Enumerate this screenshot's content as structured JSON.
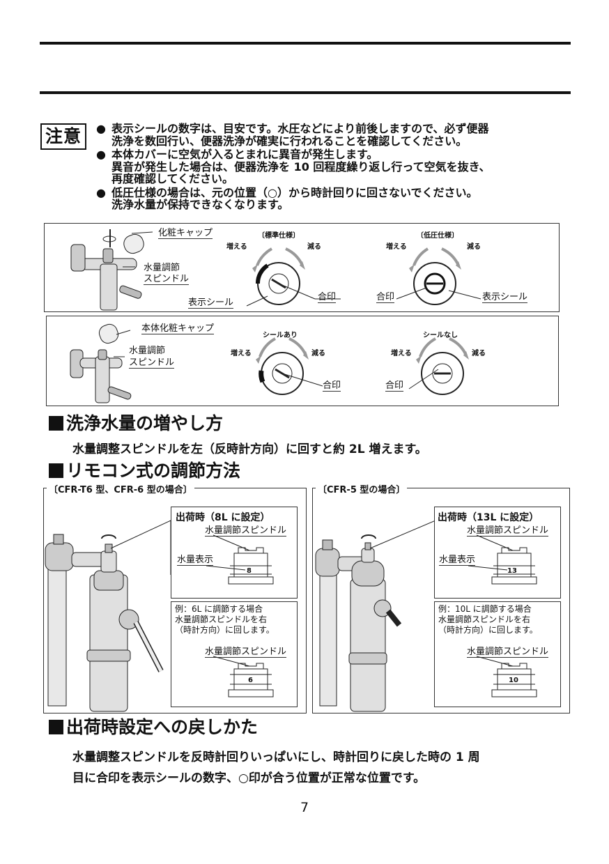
{
  "notice": {
    "label": "注意",
    "items": [
      [
        "表示シールの数字は、目安です。水圧などにより前後しますので、必ず便器",
        "洗浄を数回行い、便器洗浄が確実に行われることを確認してください。"
      ],
      [
        "本体カバーに空気が入るとまれに異音が発生します。",
        "異音が発生した場合は、便器洗浄を 10 回程度繰り返し行って空気を抜き、",
        "再度確認してください。"
      ],
      [
        "低圧仕様の場合は、元の位置（○）から時計回りに回さないでください。",
        "洗浄水量が保持できなくなります。"
      ]
    ]
  },
  "diagram1": {
    "cap_label": "化粧キャップ",
    "spindle_label_1": "水量調節",
    "spindle_label_2": "スピンドル",
    "sticker_label": "表示シール",
    "standard_title": "〔標準仕様〕",
    "increase": "増える",
    "decrease": "減る",
    "align_mark": "合印",
    "low_title": "〔低圧仕様〕",
    "low_align_mark": "合印",
    "low_sticker": "表示シール"
  },
  "diagram2": {
    "cap_label": "本体化粧キャップ",
    "spindle_label_1": "水量調節",
    "spindle_label_2": "スピンドル",
    "with_seal": "シールあり",
    "without_seal": "シールなし",
    "increase": "増える",
    "decrease": "減る",
    "align_mark": "合印"
  },
  "section_increase": {
    "title": "洗浄水量の増やし方",
    "body": "水量調整スピンドルを左（反時計方向）に回すと約 2L 増えます。"
  },
  "section_remote": {
    "title": "リモコン式の調節方法",
    "left": {
      "title": "〔CFR-T6 型、CFR-6 型の場合〕",
      "factory": "出荷時（8L に設定）",
      "spindle": "水量調節スピンドル",
      "water_display": "水量表示",
      "factory_value": "8",
      "example_1": "例：6L に調節する場合",
      "example_2": "水量調節スピンドルを右",
      "example_3": "（時計方向）に回します。",
      "example_spindle": "水量調節スピンドル",
      "example_value": "6"
    },
    "right": {
      "title": "〔CFR-5 型の場合〕",
      "factory": "出荷時（13L に設定）",
      "spindle": "水量調節スピンドル",
      "water_display": "水量表示",
      "factory_value": "13",
      "example_1": "例：10L に調節する場合",
      "example_2": "水量調節スピンドルを右",
      "example_3": "（時計方向）に回します。",
      "example_spindle": "水量調節スピンドル",
      "example_value": "10"
    }
  },
  "section_reset": {
    "title": "出荷時設定への戻しかた",
    "line1": "水量調整スピンドルを反時計回りいっぱいにし、時計回りに戻した時の 1 周",
    "line2": "目に合印を表示シールの数字、○印が合う位置が正常な位置です。"
  },
  "page_number": "7"
}
